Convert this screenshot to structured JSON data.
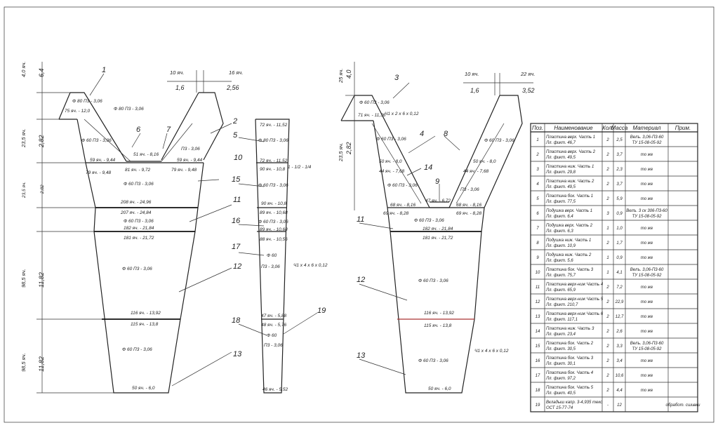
{
  "table": {
    "headers": [
      "Поз.",
      "Наименование",
      "Кол.",
      "Масса",
      "Материал",
      "Прим."
    ],
    "rows": [
      {
        "pos": "1",
        "name1": "Пластина верх. Часть 1",
        "name2": "Лл. фикт. 46,7",
        "qty": "2",
        "mass": "2,5",
        "mat1": "Велъ. 3,06-П3-60",
        "mat2": "ТУ 15-08-05-92",
        "note": ""
      },
      {
        "pos": "2",
        "name1": "Пластина верх. Часть 2",
        "name2": "Лл. фикт. 49,5",
        "qty": "2",
        "mass": "3,7",
        "mat1": "то же",
        "mat2": "",
        "note": ""
      },
      {
        "pos": "3",
        "name1": "Пластина ниж. Часть 1",
        "name2": "Лл. фикт. 29,8",
        "qty": "2",
        "mass": "2,3",
        "mat1": "то же",
        "mat2": "",
        "note": ""
      },
      {
        "pos": "4",
        "name1": "Пластина ниж. Часть 2",
        "name2": "Лл. фикт. 49,5",
        "qty": "2",
        "mass": "3,7",
        "mat1": "то же",
        "mat2": "",
        "note": ""
      },
      {
        "pos": "5",
        "name1": "Пластина бок. Часть 1",
        "name2": "Лл. фикт. 77,5",
        "qty": "2",
        "mass": "5,9",
        "mat1": "то же",
        "mat2": "",
        "note": ""
      },
      {
        "pos": "6",
        "name1": "Подушка верх. Часть 1",
        "name2": "Лл. фикт. 6,4",
        "qty": "3",
        "mass": "0,9",
        "mat1": "Велъ. 3 ск 306-П3-60",
        "mat2": "ТУ 15-08-05-92",
        "note": ""
      },
      {
        "pos": "7",
        "name1": "Подушка верх. Часть 2",
        "name2": "Лл. фикт. 6,3",
        "qty": "1",
        "mass": "1,0",
        "mat1": "то же",
        "mat2": "",
        "note": ""
      },
      {
        "pos": "8",
        "name1": "Подушка ниж. Часть 1",
        "name2": "Лл. фикт. 10,9",
        "qty": "2",
        "mass": "1,7",
        "mat1": "то же",
        "mat2": "",
        "note": ""
      },
      {
        "pos": "9",
        "name1": "Подушка ниж. Часть 2",
        "name2": "Лл. фикт. 5,6",
        "qty": "1",
        "mass": "0,9",
        "mat1": "то же",
        "mat2": "",
        "note": ""
      },
      {
        "pos": "10",
        "name1": "Пластина бок. Часть 3",
        "name2": "Лл. фикт. 75,7",
        "qty": "1",
        "mass": "4,1",
        "mat1": "Велъ. 3,06-П3-60",
        "mat2": "ТУ 15-08-05-92",
        "note": ""
      },
      {
        "pos": "11",
        "name1": "Пластина верх-ниж Часть 4",
        "name2": "Лл. фикт. 65,9",
        "qty": "2",
        "mass": "7,2",
        "mat1": "то же",
        "mat2": "",
        "note": ""
      },
      {
        "pos": "12",
        "name1": "Пластина верх-ниж Часть 5",
        "name2": "Лл. фикт. 210,7",
        "qty": "2",
        "mass": "22,9",
        "mat1": "то же",
        "mat2": "",
        "note": ""
      },
      {
        "pos": "13",
        "name1": "Пластина верх-ниж Часть 6",
        "name2": "Лл. фикт. 117,1",
        "qty": "2",
        "mass": "12,7",
        "mat1": "то же",
        "mat2": "",
        "note": ""
      },
      {
        "pos": "14",
        "name1": "Пластина ниж. Часть 3",
        "name2": "Лл. фикт. 23,4",
        "qty": "2",
        "mass": "2,6",
        "mat1": "то же",
        "mat2": "",
        "note": ""
      },
      {
        "pos": "15",
        "name1": "Пластина бок. Часть 2",
        "name2": "Лл. фикт. 30,5",
        "qty": "2",
        "mass": "3,3",
        "mat1": "Велъ. 3,06-П3-60",
        "mat2": "ТУ 15-08-05-92",
        "note": ""
      },
      {
        "pos": "16",
        "name1": "Пластина бок. Часть 3",
        "name2": "Лл. фикт. 30,1",
        "qty": "2",
        "mass": "3,4",
        "mat1": "то же",
        "mat2": "",
        "note": ""
      },
      {
        "pos": "17",
        "name1": "Пластина бок. Часть 4",
        "name2": "Лл. фикт. 97,2",
        "qty": "2",
        "mass": "10,6",
        "mat1": "то же",
        "mat2": "",
        "note": ""
      },
      {
        "pos": "18",
        "name1": "Пластина бок. Часть 5",
        "name2": "Лл. фикт. 40,5",
        "qty": "2",
        "mass": "4,4",
        "mat1": "то же",
        "mat2": "",
        "note": ""
      },
      {
        "pos": "19",
        "name1": "Вкладыш капр. 3-4,935 текс",
        "name2": "ОСТ 15-77-74",
        "qty": "-",
        "mass": "12",
        "mat1": "",
        "mat2": "",
        "note": "обработ. сшивки"
      }
    ]
  },
  "left": {
    "dims": {
      "d1": "4,0 яч.",
      "d1b": "6,4",
      "d2": "23,5 яч.",
      "d2b": "2,82",
      "d3": "23,5 яч.",
      "d3b": "2,82",
      "d4": "98,5 яч.",
      "d4b": "11,82",
      "d5": "98,5 яч.",
      "d5b": "11,82",
      "top1": "10 яч.",
      "top1b": "1,6",
      "top2": "16 яч.",
      "top2b": "2,56"
    },
    "pos": {
      "p1": "1",
      "p2": "2",
      "p5": "5",
      "p6": "6",
      "p7": "7",
      "p10": "10",
      "p11": "11",
      "p12": "12",
      "p13": "13",
      "p15": "15",
      "p16": "16",
      "p17": "17",
      "p18": "18",
      "p19": "19"
    },
    "labels": {
      "a1": "Ф 60 П3 - 3,06",
      "a2": "79 яч. - 9,48",
      "a3": "81 яч. - 9,72",
      "a4": "Ф 60 П3 - 3,06",
      "a5": "208 яч. - 24,96",
      "a6": "207 яч. - 24,84",
      "a7": "Ф 60 П3 - 3,06",
      "a8": "182 яч. - 21,84",
      "a9": "181 яч. - 21,72",
      "a10": "Ф 60 П3 - 3,06",
      "a11": "116 яч. - 13,92",
      "a12": "115 яч. - 13,8",
      "a13": "Ф 60 П3 - 3,06",
      "a14": "50 яч. - 6,0",
      "b1": "Ф 80 П3 - 3,06",
      "b2": "75 яч. - 12,0",
      "b3": "59 яч. - 9,44",
      "b4": "51 яч. - 8,16",
      "b5": "Ф 80 П3 - 3,06",
      "b6": "П3 - 3,06",
      "b7": "59 яч. - 9,44",
      "b8": "79 яч. - 9,48",
      "s1": "72 яч. - 11,52",
      "s2": "Ф 80 П3 - 3,06",
      "s3": "72 яч. - 11,52",
      "s4": "90 яч. - 10,8",
      "s5": "Ф 60 П3 - 3,06",
      "s6": "90 яч. - 10,8",
      "s7": "89 яч. - 10,68",
      "s8": "Ф 60 П3 - 3,06",
      "s9": "89 яч. - 10,68",
      "s10": "88 яч. - 10,56",
      "s11": "Ф 60",
      "s12": "П3 - 3,06",
      "s13": "47 яч. - 5,88",
      "s14": "48 яч. - 5,76",
      "s15": "Ф 60",
      "s16": "П3 - 3,06",
      "s17": "46 яч. - 5,52",
      "cut1": "Ч1 х 4  х 6  х 0,12",
      "cut2": "1 - 1/2 - 1/4"
    }
  },
  "right": {
    "dims": {
      "d1": "25 яч.",
      "d1b": "4,0",
      "d2": "23,5 яч.",
      "d2b": "2,82",
      "top1": "10 яч.",
      "top1b": "1,6",
      "top2": "22 яч.",
      "top2b": "3,52"
    },
    "pos": {
      "p3": "3",
      "p4": "4",
      "p8": "8",
      "p9": "9",
      "p11": "11",
      "p12": "12",
      "p13": "13",
      "p14": "14"
    },
    "labels": {
      "c1": "Ф 60 П3 - 3,06",
      "c2": "71 яч. - 11,36",
      "c3": "Ч1 х 2  х 6  х 0,12",
      "c4": "Ф 60 П3 - 3,06",
      "c5": "50 яч. - 8,0",
      "c6": "44 яч. - 7,68",
      "c7": "Ф 60 П3 - 3,06",
      "c8": "68 яч. - 8,16",
      "c9": "69 яч. - 8,28",
      "c10": "47 яч. - 6,72",
      "c11": "Ф 60 П3 - 3,06",
      "c12": "50 яч. - 8,0",
      "c13": "44 яч. - 7,68",
      "c14": "П3 - 3,06",
      "c15": "68 яч. - 8,16",
      "c16": "69 яч. - 8,28",
      "c17": "Ф 60 П3 - 3,06",
      "c18": "182 яч. - 21,84",
      "c19": "181 яч. - 21,72",
      "c20": "Ф 60 П3 - 3,06",
      "c21": "116 яч. - 13,92",
      "c22": "115 яч. - 13,8",
      "c23": "Ф 60 П3 - 3,06",
      "c24": "50 яч. - 6,0",
      "c25": "Ч1 х 4  х 6  х 0,12"
    }
  }
}
